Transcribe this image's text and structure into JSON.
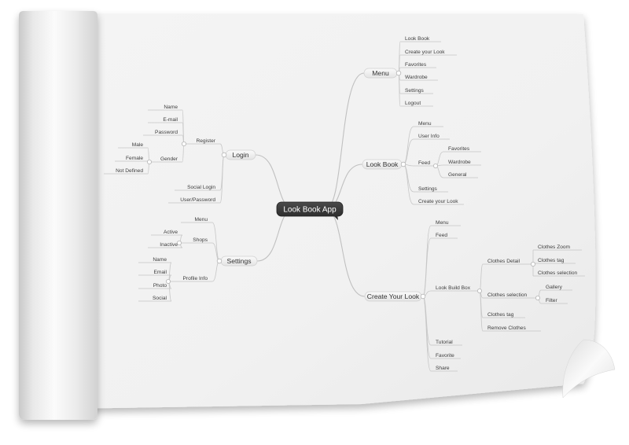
{
  "mindmap": {
    "root": "Look Book App",
    "colors": {
      "root_fill": "#3b3b3b",
      "root_text": "#ffffff",
      "branch_fill": "#f0f0f0",
      "line": "#c6c6c6",
      "paper": "#f3f3f3"
    },
    "branches": [
      {
        "label": "Menu",
        "children": [
          {
            "label": "Look Book"
          },
          {
            "label": "Create your Look"
          },
          {
            "label": "Favorites"
          },
          {
            "label": "Wardrobe"
          },
          {
            "label": "Settings"
          },
          {
            "label": "Logout"
          }
        ]
      },
      {
        "label": "Look Book",
        "children": [
          {
            "label": "Menu"
          },
          {
            "label": "User Info"
          },
          {
            "label": "Feed",
            "children": [
              {
                "label": "Favorites"
              },
              {
                "label": "Wardrobe"
              },
              {
                "label": "General"
              }
            ]
          },
          {
            "label": "Settings"
          },
          {
            "label": "Create your Look"
          }
        ]
      },
      {
        "label": "Create Your Look",
        "children": [
          {
            "label": "Menu"
          },
          {
            "label": "Feed"
          },
          {
            "label": "Look Build Box",
            "children": [
              {
                "label": "Clothes Detail",
                "children": [
                  {
                    "label": "Clothes Zoom"
                  },
                  {
                    "label": "Clothes tag"
                  },
                  {
                    "label": "Clothes selection"
                  }
                ]
              },
              {
                "label": "Clothes selection",
                "children": [
                  {
                    "label": "Gallery"
                  },
                  {
                    "label": "Filter"
                  }
                ]
              },
              {
                "label": "Clothes tag"
              },
              {
                "label": "Remove Clothes"
              }
            ]
          },
          {
            "label": "Tutorial"
          },
          {
            "label": "Favorite"
          },
          {
            "label": "Share"
          }
        ]
      },
      {
        "label": "Login",
        "children": [
          {
            "label": "Register",
            "children": [
              {
                "label": "Name"
              },
              {
                "label": "E-mail"
              },
              {
                "label": "Password"
              },
              {
                "label": "Gender",
                "children": [
                  {
                    "label": "Male"
                  },
                  {
                    "label": "Female"
                  },
                  {
                    "label": "Not Defined"
                  }
                ]
              }
            ]
          },
          {
            "label": "Social Login"
          },
          {
            "label": "User/Password"
          }
        ]
      },
      {
        "label": "Settings",
        "children": [
          {
            "label": "Menu"
          },
          {
            "label": "Shops",
            "children": [
              {
                "label": "Active"
              },
              {
                "label": "Inactive"
              }
            ]
          },
          {
            "label": "Profile Info",
            "children": [
              {
                "label": "Name"
              },
              {
                "label": "Email"
              },
              {
                "label": "Photo"
              },
              {
                "label": "Social"
              }
            ]
          }
        ]
      }
    ]
  }
}
